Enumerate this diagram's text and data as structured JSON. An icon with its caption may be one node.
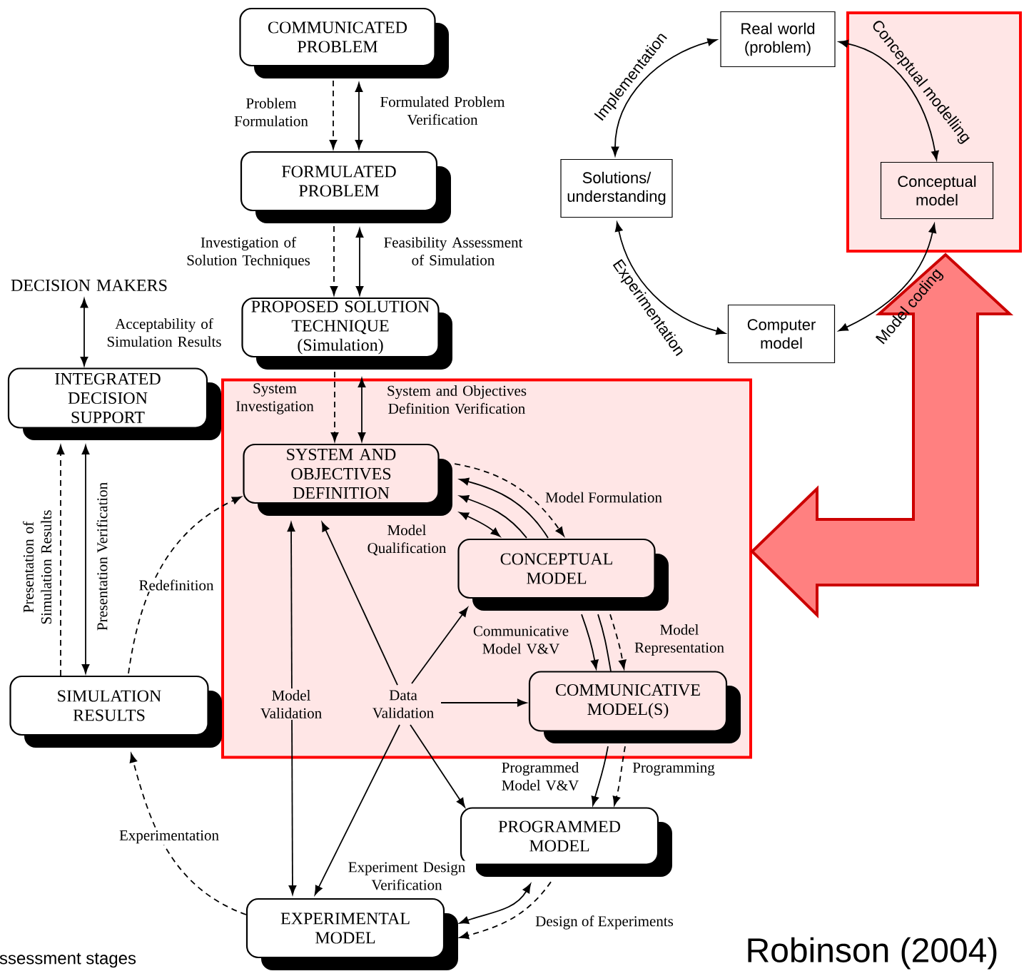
{
  "diagram": {
    "nodes": [
      {
        "text": [
          "COMMUNICATED PROBLEM"
        ]
      },
      {
        "text": [
          "FORMULATED PROBLEM"
        ]
      },
      {
        "text": [
          "PROPOSED SOLUTION TECHNIQUE (Simulation)"
        ]
      },
      {
        "text": [
          "DECISION MAKERS"
        ]
      },
      {
        "text": [
          "INTEGRATED DECISION SUPPORT"
        ]
      },
      {
        "text": [],
        "shape": "box"
      },
      {
        "text": [
          "SYSTEM AND OBJECTIVES DEFINITION"
        ],
        "in": 5
      },
      {
        "text": [
          "CONCEPTUAL MODEL"
        ],
        "in": 5
      },
      {
        "text": [
          "COMMUNICATIVE MODEL(S)"
        ],
        "in": 5
      },
      {
        "text": [
          "SIMULATION RESULTS"
        ]
      },
      {
        "text": [
          "PROGRAMMED MODEL"
        ]
      },
      {
        "text": [
          "EXPERIMENTAL MODEL"
        ]
      },
      {
        "text": [
          "Data Validation"
        ],
        "in": 5
      },
      {
        "text": [],
        "shape": "box"
      },
      {
        "text": [
          "Real world (problem)"
        ]
      },
      {
        "text": [
          "Conceptual model"
        ],
        "in": 13
      },
      {
        "text": [
          "Solutions/ understanding"
        ]
      },
      {
        "text": [
          "Computer model"
        ]
      }
    ],
    "edges": [
      {
        "from": 0,
        "to": 1,
        "arrow": "to",
        "style": "dashed",
        "label": "Problem Formulation"
      },
      {
        "from": 0,
        "to": 1,
        "arrow": "both",
        "label": "Formulated Problem Verification"
      },
      {
        "from": 1,
        "to": 2,
        "arrow": "to",
        "style": "dashed",
        "label": "Investigation of Solution Techniques"
      },
      {
        "from": 1,
        "to": 2,
        "arrow": "both",
        "label": "Feasibility Assessment of Simulation"
      },
      {
        "from": 2,
        "to": 6,
        "arrow": "to",
        "style": "dashed",
        "label": "System Investigation"
      },
      {
        "from": 2,
        "to": 6,
        "arrow": "both",
        "label": "System and Objectives Definition Verification"
      },
      {
        "from": 4,
        "to": 3,
        "arrow": "both",
        "label": "Acceptability of Simulation Results"
      },
      {
        "from": 9,
        "to": 4,
        "arrow": "to",
        "style": "dashed",
        "label": "Presentation of Simulation Results"
      },
      {
        "from": 4,
        "to": 9,
        "arrow": "both",
        "label": "Presentation Verification"
      },
      {
        "from": 9,
        "to": 6,
        "arrow": "to",
        "style": "dashed",
        "label": "Redefinition"
      },
      {
        "from": 6,
        "to": 7,
        "arrow": "to",
        "style": "dashed",
        "label": "Model Formulation"
      },
      {
        "from": 7,
        "to": 6,
        "arrow": "to"
      },
      {
        "from": 7,
        "to": 6,
        "arrow": "to"
      },
      {
        "from": 6,
        "to": 7,
        "arrow": "both",
        "label": "Model Qualification"
      },
      {
        "from": 7,
        "to": 8,
        "arrow": "to",
        "label": "Communicative Model V&V"
      },
      {
        "from": 7,
        "to": 8,
        "arrow": "none"
      },
      {
        "from": 7,
        "to": 8,
        "arrow": "to",
        "style": "dashed",
        "label": "Model Representation"
      },
      {
        "from": 8,
        "to": 10,
        "arrow": "to",
        "label": "Programmed Model V&V"
      },
      {
        "from": 8,
        "to": 10,
        "arrow": "to",
        "style": "dashed",
        "label": "Programming"
      },
      {
        "from": 10,
        "to": 11,
        "arrow": "both",
        "label": "Experiment Design Verification"
      },
      {
        "from": 10,
        "to": 11,
        "arrow": "to",
        "style": "dashed",
        "label": "Design of Experiments"
      },
      {
        "from": 11,
        "to": 9,
        "arrow": "to",
        "style": "dashed",
        "label": "Experimentation"
      },
      {
        "from": 11,
        "to": 6,
        "arrow": "both",
        "label": "Model Validation"
      },
      {
        "from": 12,
        "to": 6,
        "arrow": "to"
      },
      {
        "from": 12,
        "to": 7,
        "arrow": "to"
      },
      {
        "from": 12,
        "to": 8,
        "arrow": "to"
      },
      {
        "from": 12,
        "to": 10,
        "arrow": "to"
      },
      {
        "from": 12,
        "to": 11,
        "arrow": "to"
      },
      {
        "from": 14,
        "to": 15,
        "arrow": "both",
        "label": "Conceptual modelling"
      },
      {
        "from": 15,
        "to": 17,
        "arrow": "both",
        "label": "Model coding"
      },
      {
        "from": 17,
        "to": 16,
        "arrow": "both",
        "label": "Experimentation"
      },
      {
        "from": 16,
        "to": 14,
        "arrow": "both",
        "label": "Implementation"
      },
      {
        "from": 13,
        "to": 5,
        "arrow": "both",
        "style": "thick",
        "color": "#ff8080"
      }
    ],
    "labels": [
      "ssessment stages",
      "Robinson (2004)"
    ]
  }
}
